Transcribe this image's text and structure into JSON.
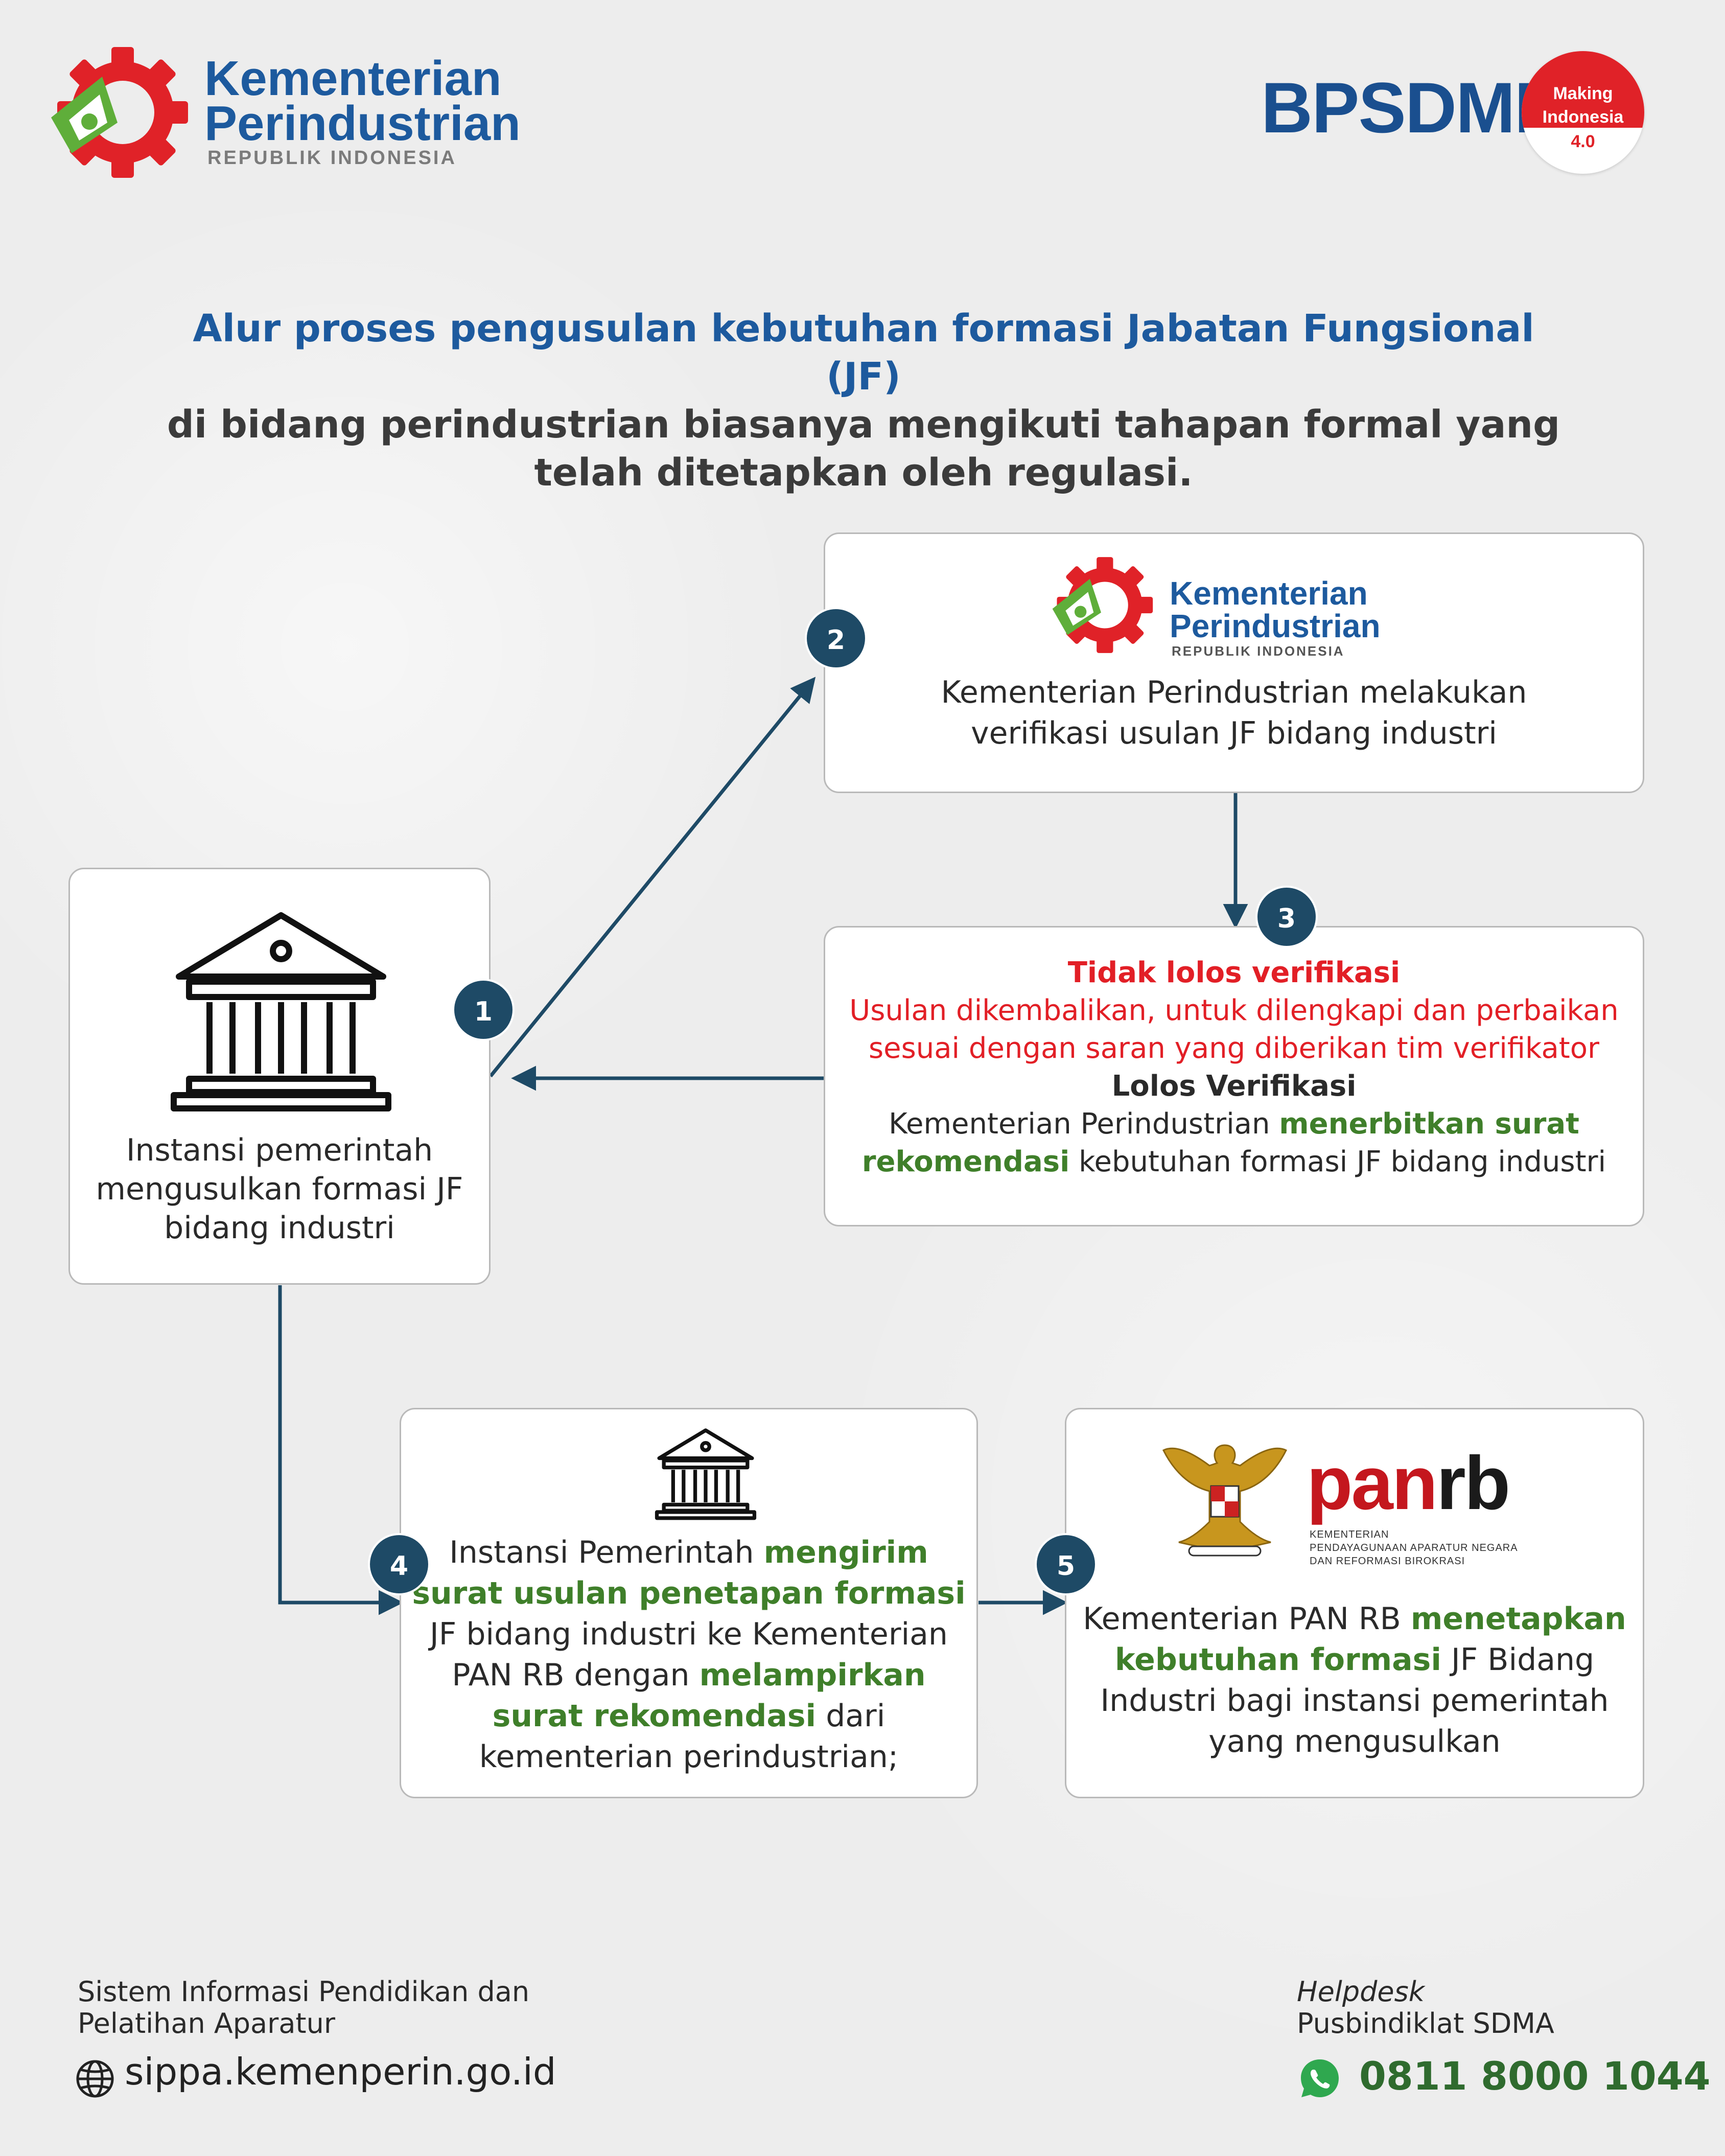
{
  "header": {
    "logo_title_1": "Kementerian",
    "logo_title_2": "Perindustrian",
    "logo_subtitle": "REPUBLIK INDONESIA",
    "brand": "BPSDMI",
    "badge_line1": "Making",
    "badge_line2": "Indonesia",
    "badge_line3": "4.0",
    "colors": {
      "blue": "#1d5a9e",
      "red": "#e02228",
      "green": "#3f7f2a"
    }
  },
  "intro": {
    "line1": "Alur proses pengusulan kebutuhan formasi Jabatan Fungsional (JF)",
    "line2": "di bidang perindustrian biasanya mengikuti tahapan formal yang",
    "line3": "telah ditetapkan oleh regulasi."
  },
  "steps": {
    "s1": {
      "number": "1",
      "icon": "government-building-icon",
      "l1": "Instansi pemerintah",
      "l2": "mengusulkan formasi JF",
      "l3": "bidang industri"
    },
    "s2": {
      "number": "2",
      "logo_title_1": "Kementerian",
      "logo_title_2": "Perindustrian",
      "logo_subtitle": "REPUBLIK INDONESIA",
      "l1": "Kementerian Perindustrian melakukan",
      "l2": "verifikasi usulan JF bidang industri"
    },
    "s3": {
      "number": "3",
      "fail_title": "Tidak lolos verifikasi",
      "fail_l1": "Usulan dikembalikan, untuk dilengkapi dan perbaikan",
      "fail_l2": "sesuai dengan saran yang diberikan tim verifikator",
      "pass_title": "Lolos Verifikasi",
      "pass_l1a": "Kementerian Perindustrian ",
      "pass_l1b": "menerbitkan surat",
      "pass_l2a": "rekomendasi",
      "pass_l2b": " kebutuhan formasi JF bidang industri"
    },
    "s4": {
      "number": "4",
      "icon": "government-building-icon",
      "l1a": "Instansi Pemerintah ",
      "l1b": "mengirim",
      "l2": "surat usulan penetapan formasi",
      "l3": "JF bidang industri ke Kementerian",
      "l4a": "PAN RB dengan ",
      "l4b": "melampirkan",
      "l5a": "surat rekomendasi",
      "l5b": " dari",
      "l6": "kementerian perindustrian;"
    },
    "s5": {
      "number": "5",
      "logo_word_pan": "pan",
      "logo_word_rb": "rb",
      "logo_sub_1": "KEMENTERIAN",
      "logo_sub_2": "PENDAYAGUNAAN APARATUR NEGARA",
      "logo_sub_3": "DAN REFORMASI BIROKRASI",
      "l1a": "Kementerian PAN RB ",
      "l1b": "menetapkan",
      "l2a": "kebutuhan formasi",
      "l2b": " JF Bidang",
      "l3": "Industri bagi instansi pemerintah",
      "l4": "yang mengusulkan"
    }
  },
  "footer": {
    "left_l1": "Sistem Informasi Pendidikan dan",
    "left_l2": "Pelatihan Aparatur",
    "website": "sippa.kemenperin.go.id",
    "right_l1": "Helpdesk",
    "right_l2": "Pusbindiklat SDMA",
    "phone": "0811 8000 1044"
  }
}
